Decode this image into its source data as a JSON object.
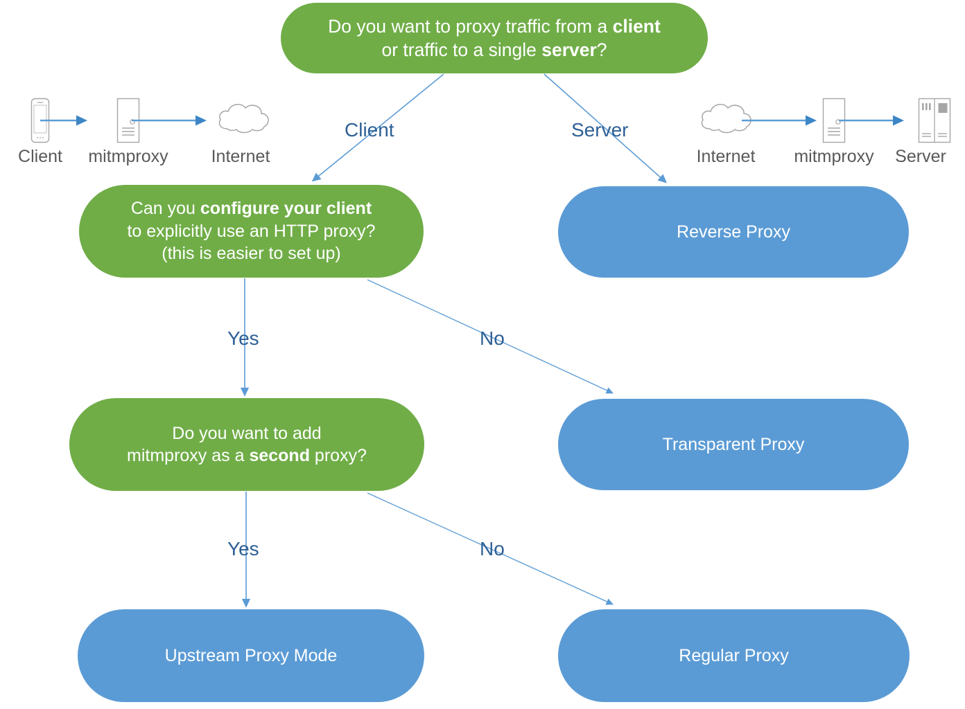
{
  "diagram": {
    "title": "mitmproxy mode decision flowchart",
    "colors": {
      "green": "#70AD47",
      "blue": "#5B9BD5",
      "edge": "#5B9BD5",
      "edge_label": "#2E6096",
      "icon_outline": "#A6A6A6",
      "icon_caption": "#595959",
      "background": "#FFFFFF"
    },
    "nodes": {
      "root": {
        "kind": "decision",
        "color": "green",
        "line1_a": "Do you want to proxy traffic from a ",
        "line1_b": "client",
        "line2_a": "or traffic to a single ",
        "line2_b": "server",
        "line2_c": "?"
      },
      "configure": {
        "kind": "decision",
        "color": "green",
        "line1_a": "Can you ",
        "line1_b": "configure your client",
        "line2": "to explicitly use an HTTP proxy?",
        "line3": "(this is easier to set up)"
      },
      "second": {
        "kind": "decision",
        "color": "green",
        "line1": "Do you want to add",
        "line2_a": "mitmproxy as a ",
        "line2_b": "second",
        "line2_c": " proxy?"
      },
      "reverse": {
        "kind": "outcome",
        "color": "blue",
        "label": "Reverse Proxy"
      },
      "transparent": {
        "kind": "outcome",
        "color": "blue",
        "label": "Transparent Proxy"
      },
      "upstream": {
        "kind": "outcome",
        "color": "blue",
        "label": "Upstream Proxy Mode"
      },
      "regular": {
        "kind": "outcome",
        "color": "blue",
        "label": "Regular Proxy"
      }
    },
    "edges": [
      {
        "id": "root-client",
        "from": "root",
        "to": "configure",
        "label": "Client"
      },
      {
        "id": "root-server",
        "from": "root",
        "to": "reverse",
        "label": "Server"
      },
      {
        "id": "configure-yes",
        "from": "configure",
        "to": "second",
        "label": "Yes"
      },
      {
        "id": "configure-no",
        "from": "configure",
        "to": "transparent",
        "label": "No"
      },
      {
        "id": "second-yes",
        "from": "second",
        "to": "upstream",
        "label": "Yes"
      },
      {
        "id": "second-no",
        "from": "second",
        "to": "regular",
        "label": "No"
      }
    ],
    "illustrations": {
      "left": {
        "name": "client-to-internet-flow",
        "items": [
          {
            "icon": "phone-icon",
            "caption": "Client"
          },
          {
            "icon": "mitmproxy-icon",
            "caption": "mitmproxy"
          },
          {
            "icon": "cloud-icon",
            "caption": "Internet"
          }
        ]
      },
      "right": {
        "name": "internet-to-server-flow",
        "items": [
          {
            "icon": "cloud-icon",
            "caption": "Internet"
          },
          {
            "icon": "mitmproxy-icon",
            "caption": "mitmproxy"
          },
          {
            "icon": "server-rack-icon",
            "caption": "Server"
          }
        ]
      }
    }
  }
}
